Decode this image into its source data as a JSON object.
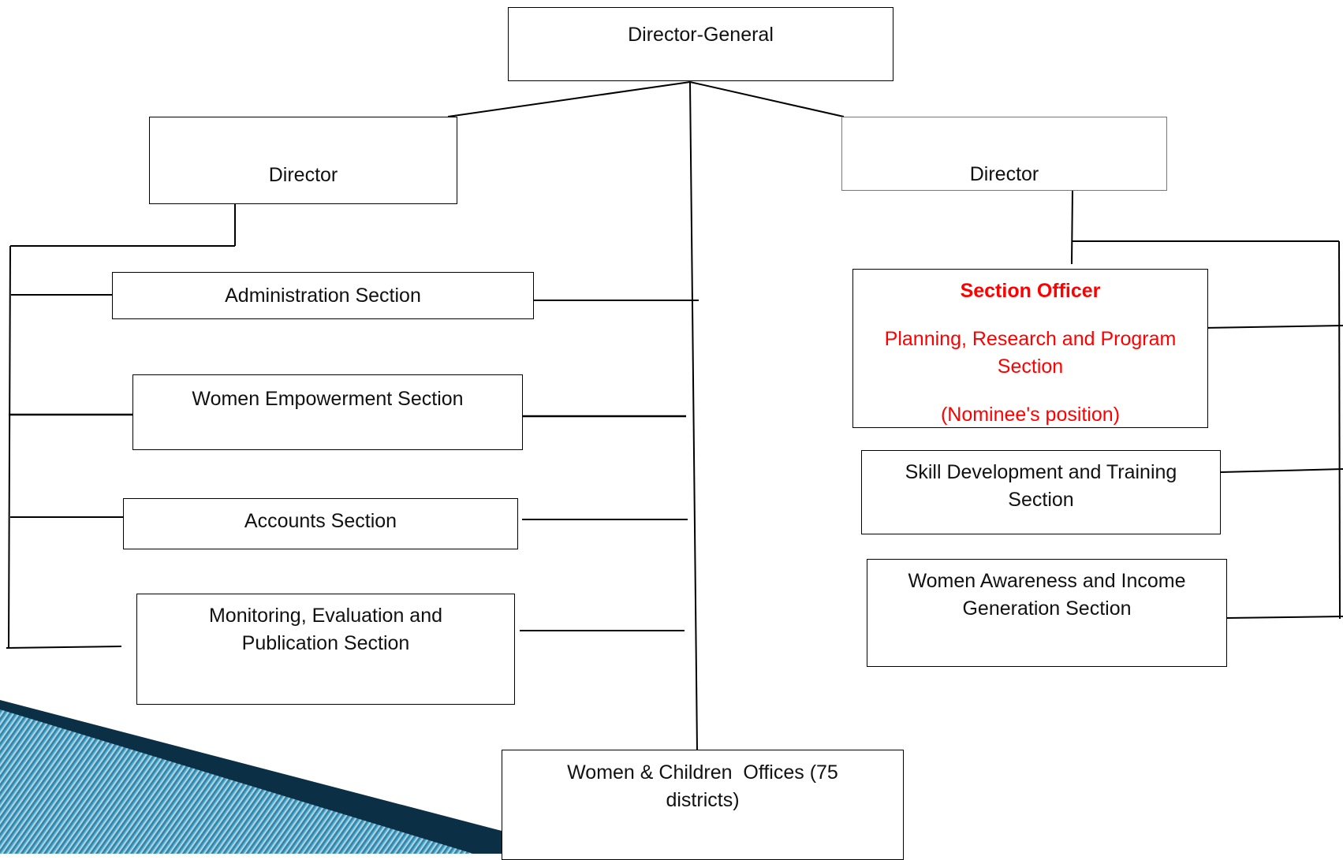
{
  "org_chart": {
    "director_general": "Director-General",
    "director_left": "Director",
    "director_right": "Director",
    "left_sections": {
      "administration": "Administration Section",
      "women_empowerment": "Women Empowerment Section",
      "accounts": "Accounts Section",
      "monitoring": [
        "Monitoring, Evaluation and",
        "Publication Section"
      ]
    },
    "right_sections": {
      "planning_title": "Section Officer",
      "planning_name": [
        "Planning, Research and Program",
        "Section"
      ],
      "planning_note": "(Nominee's position)",
      "skill_development": [
        "Skill Development and Training",
        "Section"
      ],
      "women_awareness": [
        "Women Awareness and Income",
        "Generation Section"
      ]
    },
    "district_offices": [
      "Women & Children  Offices (75",
      "districts)"
    ]
  },
  "colors": {
    "line": "#000000",
    "highlight": "#ff0000",
    "decor_stripe_dark": "#0e5d7e",
    "decor_stripe_light": "#5fb8d8"
  }
}
